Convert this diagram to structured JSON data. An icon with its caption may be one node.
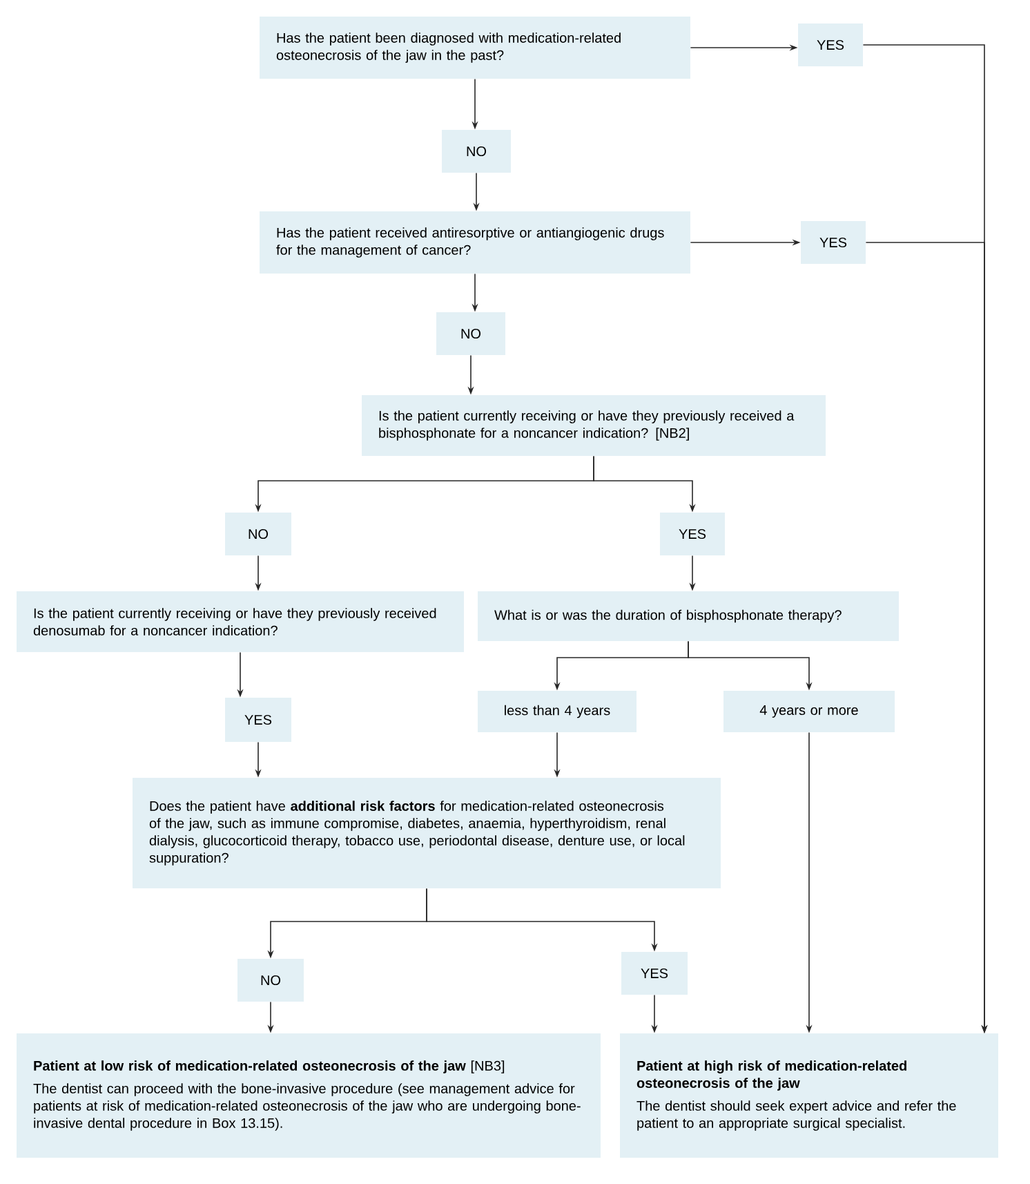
{
  "diagram": {
    "nodes": [
      {
        "text": [
          "Has the patient been diagnosed with medication-related osteonecrosis of the jaw in the past?"
        ]
      },
      {
        "text": [
          "YES"
        ]
      },
      {
        "text": [
          "NO"
        ]
      },
      {
        "text": [
          "Has the patient received antiresorptive or antiangiogenic drugs for the management of cancer?"
        ]
      },
      {
        "text": [
          "YES"
        ]
      },
      {
        "text": [
          "NO"
        ]
      },
      {
        "text": [
          "Is the patient currently receiving or have they previously received a bisphosphonate for a noncancer indication? [NB2]"
        ]
      },
      {
        "text": [
          "NO"
        ]
      },
      {
        "text": [
          "YES"
        ]
      },
      {
        "text": [
          "Is the patient currently receiving or have they previously received denosumab for a noncancer indication?"
        ]
      },
      {
        "text": [
          "What is or was the duration of bisphosphonate therapy?"
        ]
      },
      {
        "text": [
          "YES"
        ]
      },
      {
        "text": [
          "less than 4 years"
        ]
      },
      {
        "text": [
          "4 years or more"
        ]
      },
      {
        "text": [
          "Does the patient have **additional risk factors** for medication-related osteonecrosis of the jaw, such as immune compromise, diabetes, anaemia, hyperthyroidism, renal dialysis, glucocorticoid therapy, tobacco use, periodontal disease, denture use, or local suppuration?"
        ]
      },
      {
        "text": [
          "NO"
        ]
      },
      {
        "text": [
          "YES"
        ]
      },
      {
        "text": [
          "**Patient at low risk of medication-related osteonecrosis of the jaw** [NB3]",
          "The dentist can proceed with the bone-invasive procedure (see management advice for patients at risk of medication-related osteonecrosis of the jaw who are undergoing bone-invasive dental procedure in Box 13.15)."
        ]
      },
      {
        "text": [
          "Patient at high risk of medication-related osteonecrosis of the jaw",
          "The dentist should seek expert advice and refer the patient to an appropriate surgical specialist."
        ]
      }
    ],
    "edges": [
      {
        "from": 0,
        "to": 1,
        "arrow": "to"
      },
      {
        "from": 0,
        "to": 2,
        "arrow": "to"
      },
      {
        "from": 2,
        "to": 3,
        "arrow": "to"
      },
      {
        "from": 3,
        "to": 4,
        "arrow": "to"
      },
      {
        "from": 3,
        "to": 5,
        "arrow": "to"
      },
      {
        "from": 5,
        "to": 6,
        "arrow": "to"
      },
      {
        "from": 1,
        "to": 18,
        "arrow": "to"
      },
      {
        "from": 4,
        "to": 18,
        "arrow": "to"
      },
      {
        "from": 6,
        "to": 7,
        "arrow": "to"
      },
      {
        "from": 6,
        "to": 8,
        "arrow": "to"
      },
      {
        "from": 7,
        "to": 9,
        "arrow": "to"
      },
      {
        "from": 8,
        "to": 10,
        "arrow": "to"
      },
      {
        "from": 9,
        "to": 11,
        "arrow": "to"
      },
      {
        "from": 11,
        "to": 14,
        "arrow": "to"
      },
      {
        "from": 10,
        "to": 12,
        "arrow": "to"
      },
      {
        "from": 10,
        "to": 13,
        "arrow": "to"
      },
      {
        "from": 12,
        "to": 14,
        "arrow": "to"
      },
      {
        "from": 13,
        "to": 18,
        "arrow": "to"
      },
      {
        "from": 14,
        "to": 15,
        "arrow": "to"
      },
      {
        "from": 14,
        "to": 16,
        "arrow": "to"
      },
      {
        "from": 15,
        "to": 17,
        "arrow": "to"
      },
      {
        "from": 16,
        "to": 18,
        "arrow": "to"
      }
    ]
  }
}
